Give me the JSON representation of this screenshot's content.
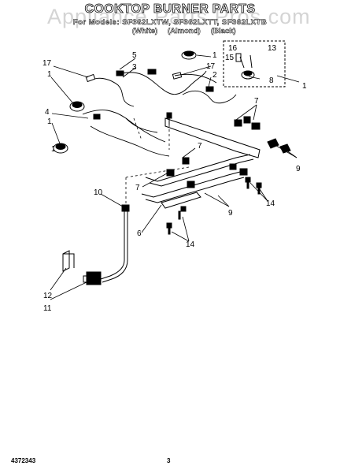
{
  "header": {
    "watermark": "Appliance Parts Pros.com",
    "title": "COOKTOP BURNER PARTS",
    "models": "For Models: SF362LXTW, SF362LXTT, SF362LXTB",
    "color_white": "(White)",
    "color_almond": "(Almond)",
    "color_black": "(Black)"
  },
  "callouts": {
    "c1a": "1",
    "c1b": "1",
    "c1c": "1",
    "c1d": "1",
    "c1e": "1",
    "c2": "2",
    "c3": "3",
    "c4": "4",
    "c5": "5",
    "c6": "6",
    "c7a": "7",
    "c7b": "7",
    "c7c": "7",
    "c8": "8",
    "c9a": "9",
    "c9b": "9",
    "c10": "10",
    "c11": "11",
    "c12": "12",
    "c13": "13",
    "c14a": "14",
    "c14b": "14",
    "c15": "15",
    "c16": "16",
    "c17a": "17",
    "c17b": "17"
  },
  "footer": {
    "part_number": "4372343",
    "page_number": "3"
  }
}
